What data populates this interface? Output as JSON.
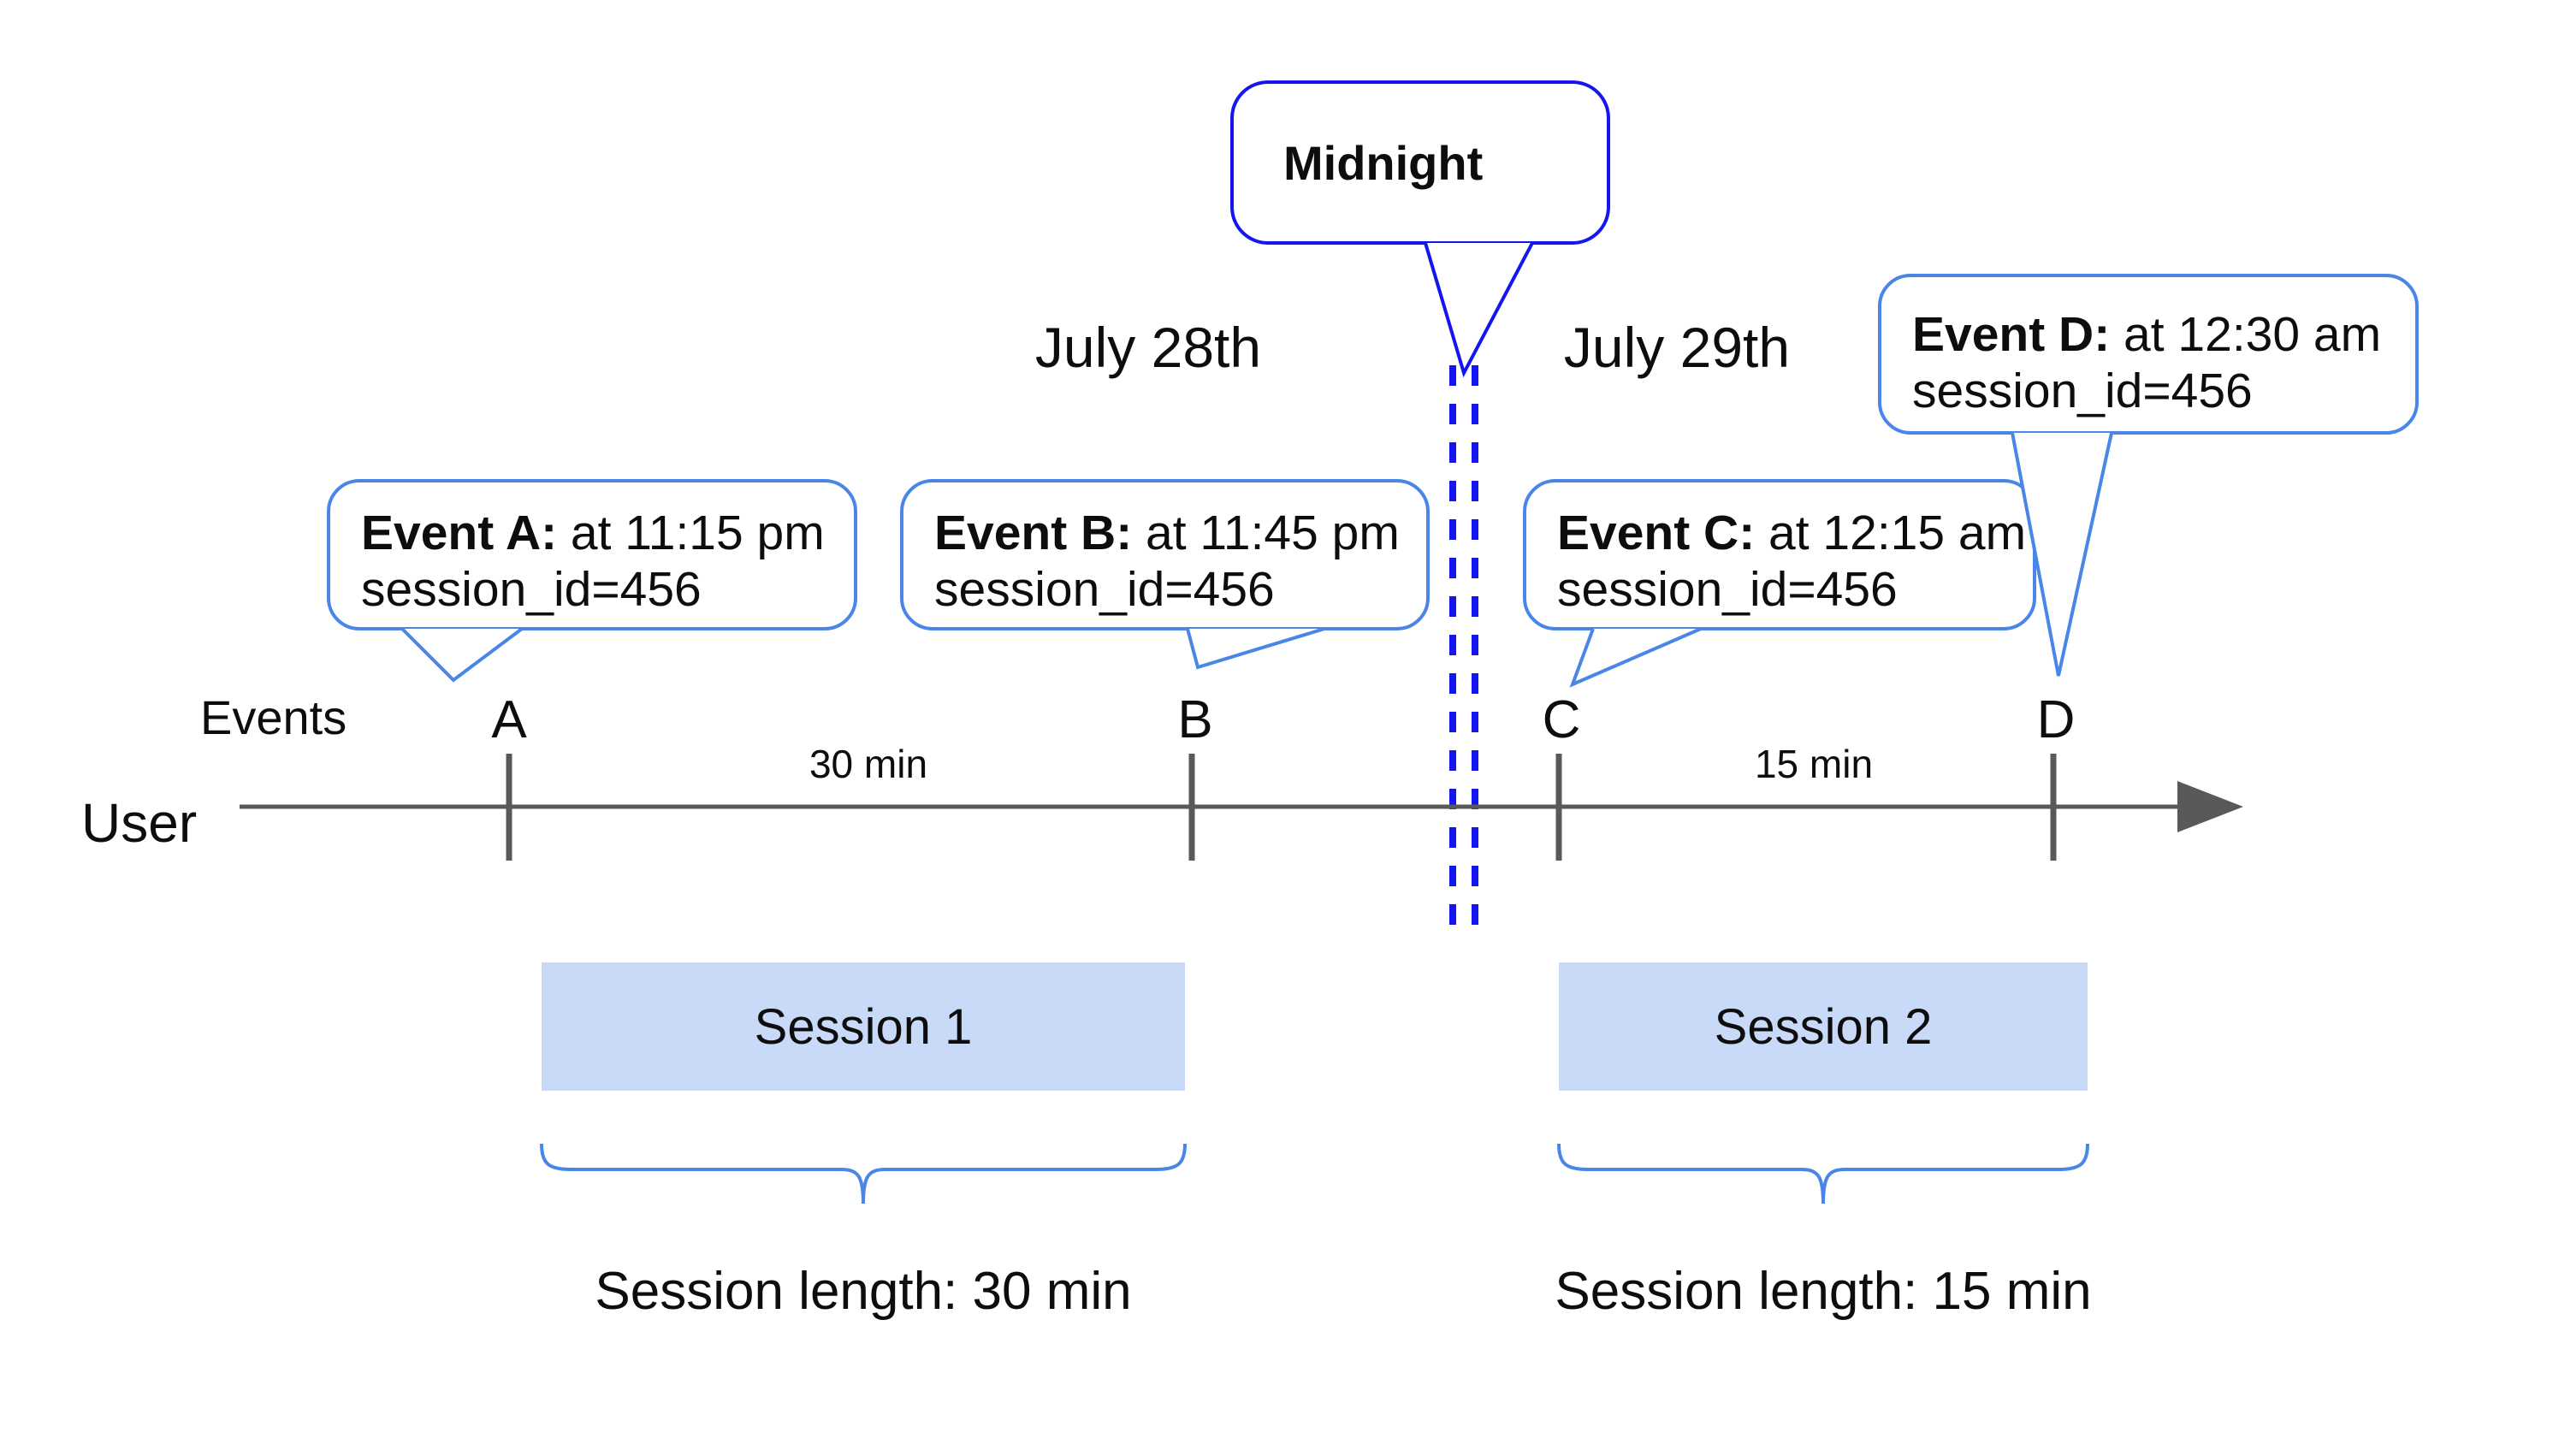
{
  "title": "Session tracking across midnight diagram",
  "timeline": {
    "user_label": "User",
    "events_label": "Events",
    "midnight_label": "Midnight",
    "dates": {
      "before": "July 28th",
      "after": "July 29th"
    },
    "events": [
      {
        "label": "A",
        "title_bold": "Event A:",
        "title_rest": " at 11:15 pm",
        "line2": "session_id=456"
      },
      {
        "label": "B",
        "title_bold": "Event B:",
        "title_rest": " at 11:45 pm",
        "line2": "session_id=456"
      },
      {
        "label": "C",
        "title_bold": "Event C:",
        "title_rest": " at 12:15 am",
        "line2": "session_id=456"
      },
      {
        "label": "D",
        "title_bold": "Event D:",
        "title_rest": " at 12:30 am",
        "line2": "session_id=456"
      }
    ],
    "intervals": [
      {
        "label": "30 min"
      },
      {
        "label": "15 min"
      }
    ],
    "sessions": [
      {
        "name": "Session 1",
        "length_label": "Session length: 30 min"
      },
      {
        "name": "Session 2",
        "length_label": "Session length: 15 min"
      }
    ]
  },
  "colors": {
    "deep_blue": "#1316ee",
    "bubble_blue": "#4a86e8",
    "session_fill": "#c9daf8",
    "line_gray": "#595959",
    "text": "#0d0d0d",
    "background": "#ffffff"
  }
}
